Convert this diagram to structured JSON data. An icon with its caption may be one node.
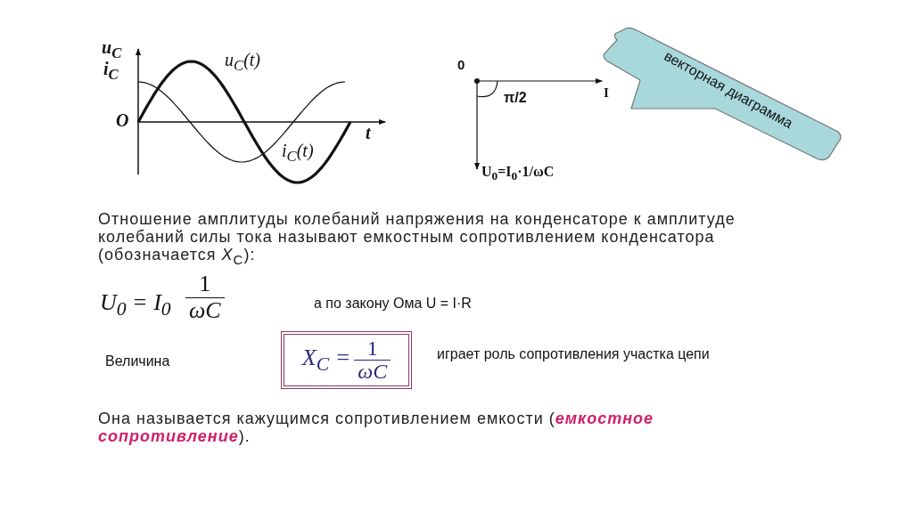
{
  "diagram": {
    "nodes": [
      {
        "text": [
          "векторная диаграмма"
        ]
      },
      {
        "text": [
          "X$_{C}$ =",
          "1",
          "ωC"
        ]
      }
    ],
    "labels": [
      "u$_{C}$",
      "i$_{C}$",
      "u$_{C}$(t)",
      "O",
      "t",
      "i$_{C}$(t)",
      "0",
      "π/2",
      "I",
      "U$_{0}$=I$_{0}$·1/ωC",
      "Отношение амплитуды колебаний напряжения на конденсаторе к амплитуде колебаний силы тока называют емкостным сопротивлением конденсатора (обозначается *X*$_{C}$):",
      "U$_{0}$ = I$_{0}$",
      "1",
      "ωC",
      "а по закону Ома U = I·R",
      "Величина",
      "играет роль сопротивления участка цепи",
      "Она называется кажущимся сопротивлением  емкости (**емкостное сопротивление**)."
    ]
  }
}
